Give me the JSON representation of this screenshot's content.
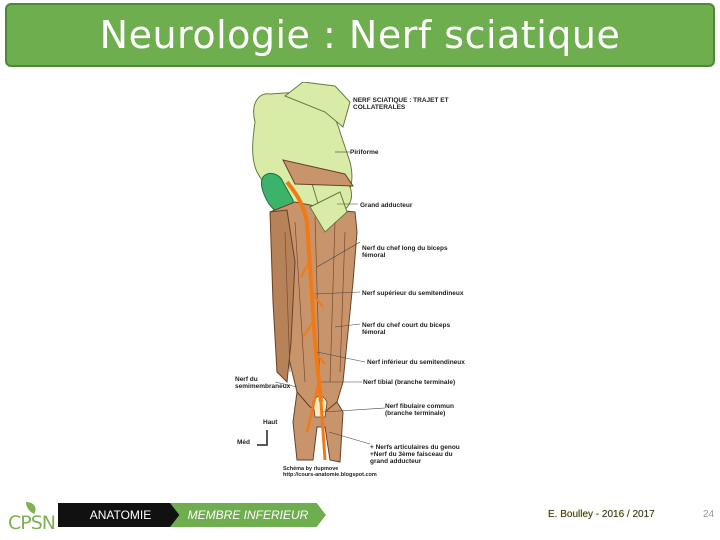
{
  "title": "Neurologie : Nerf sciatique",
  "figure": {
    "heading": "NERF SCIATIQUE : TRAJET ET\nCOLLATERALES",
    "labels": {
      "piriforme": "Piriforme",
      "grand_adducteur": "Grand adducteur",
      "nerf_chef_long": "Nerf du chef long du biceps\nfémoral",
      "nerf_sup_semitendineux": "Nerf supérieur du semitendineux",
      "nerf_chef_court": "Nerf du chef court du biceps\nfémoral",
      "nerf_inf_semitendineux": "Nerf inférieur du semitendineux",
      "nerf_tibial": "Nerf tibial (branche terminale)",
      "nerf_fibulaire": "Nerf fibulaire commun\n(branche terminale)",
      "nerfs_articulaires": "+ Nerfs articulaires du genou\n+Nerf du 3ème faisceau du\ngrand adducteur",
      "nerf_semimembraneux": "Nerf du\nsemimembraneux",
      "haut": "Haut",
      "med": "Méd",
      "credit": "Schéma by rlupmove\nhttp://cours-anatomie.blogspot.com"
    },
    "colors": {
      "bone": "#d8eca8",
      "muscle": "#c8946c",
      "muscle_dark": "#9c6a48",
      "nerf": "#f07a16",
      "sciatic_notch": "#3cb36a"
    }
  },
  "footer": {
    "tab1": "ANATOMIE",
    "tab2": "MEMBRE INFERIEUR",
    "author": "E. Boulley - 2016 / 2017",
    "page": "24",
    "logo_text": "CPSN"
  }
}
